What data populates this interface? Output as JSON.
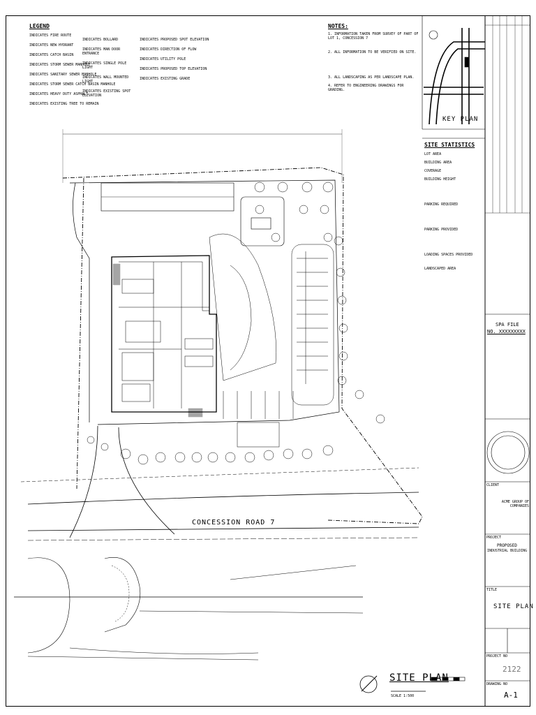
{
  "legend": {
    "title": "LEGEND",
    "items": [
      "INDICATES FIRE ROUTE",
      "INDICATES NEW HYDRANT",
      "INDICATES CATCH BASIN",
      "INDICATES STORM SEWER MANHOLE",
      "INDICATES SANITARY SEWER MANHOLE",
      "INDICATES STORM SEWER CATCH BASIN MANHOLE",
      "INDICATES HEAVY DUTY ASPHALT",
      "INDICATES EXISTING TREE TO REMAIN",
      "INDICATES BOLLARD",
      "INDICATES MAN DOOR ENTRANCE",
      "INDICATES SINGLE POLE LIGHT",
      "INDICATES WALL MOUNTED LIGHT",
      "INDICATES EXISTING SPOT ELEVATION",
      "INDICATES PROPOSED SPOT ELEVATION",
      "INDICATES DIRECTION OF FLOW",
      "INDICATES UTILITY POLE",
      "INDICATES PROPOSED TOP ELEVATION",
      "INDICATES EXISTING GRADE"
    ]
  },
  "notes": {
    "title": "NOTES:",
    "items": [
      "1. INFORMATION TAKEN FROM SURVEY OF PART OF LOT 1, CONCESSION 7",
      "2. ALL INFORMATION TO BE VERIFIED ON SITE.",
      "3. ALL LANDSCAPING AS PER LANDSCAPE PLAN.",
      "4. REFER TO ENGINEERING DRAWINGS FOR GRADING."
    ]
  },
  "key_plan": {
    "title": "KEY PLAN"
  },
  "site_statistics": {
    "title": "SITE STATISTICS",
    "lines": [
      "LOT AREA",
      "BUILDING AREA",
      "COVERAGE",
      "BUILDING HEIGHT",
      "PARKING REQUIRED",
      "PARKING PROVIDED",
      "LOADING SPACES PROVIDED",
      "LANDSCAPED AREA"
    ]
  },
  "spa_file": {
    "label": "SPA FILE",
    "number": "NO. XXXXXXXXX"
  },
  "road_label": "CONCESSION ROAD 7",
  "title_block": {
    "owner_label": "CLIENT",
    "owner": "ACME GROUP OF COMPANIES",
    "project_label": "PROJECT",
    "project_line1": "PROPOSED",
    "project_line2": "INDUSTRIAL BUILDING",
    "drawing_label": "TITLE",
    "drawing_title": "SITE PLAN",
    "project_no_label": "PROJECT NO",
    "project_no": "2122",
    "drawing_no_label": "DRAWING NO",
    "drawing_no": "A-1"
  },
  "footer": {
    "plan_title": "SITE PLAN",
    "scale": "SCALE 1:500"
  }
}
